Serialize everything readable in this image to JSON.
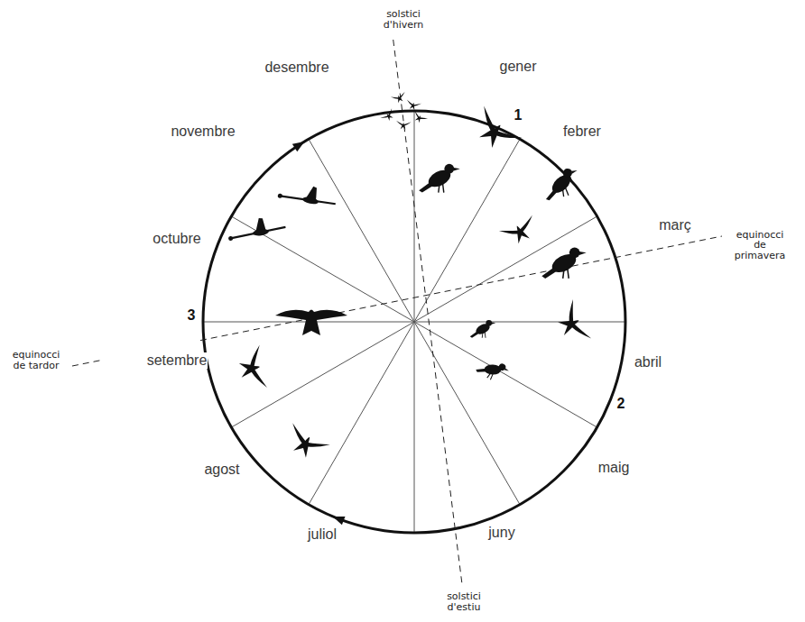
{
  "diagram": {
    "labels": [
      "gener",
      "febrer",
      "març",
      "abril",
      "maig",
      "juny",
      "juliol",
      "agost",
      "setembre",
      "octubre",
      "novembre",
      "desembre",
      "solstici d'hivern",
      "solstici d'estiu",
      "equinocci de primavera",
      "equinocci de tardor",
      "1",
      "2",
      "3"
    ]
  }
}
